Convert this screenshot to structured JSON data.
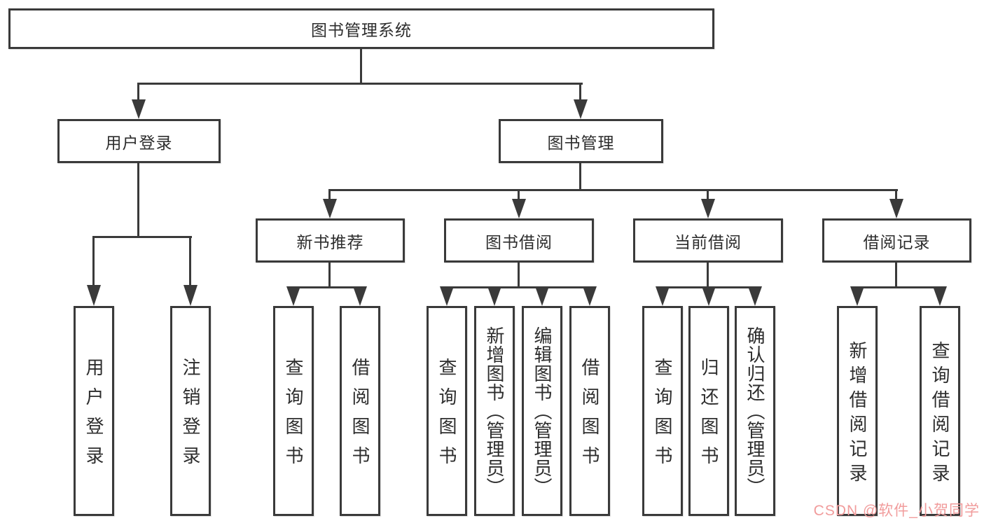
{
  "diagram": {
    "root": {
      "label": "图书管理系统"
    },
    "level2": [
      {
        "label": "用户登录"
      },
      {
        "label": "图书管理"
      }
    ],
    "level3": [
      {
        "label": "新书推荐"
      },
      {
        "label": "图书借阅"
      },
      {
        "label": "当前借阅"
      },
      {
        "label": "借阅记录"
      }
    ],
    "leaves": [
      {
        "label": "用户登录"
      },
      {
        "label": "注销登录"
      },
      {
        "label": "查询图书"
      },
      {
        "label": "借阅图书"
      },
      {
        "label": "查询图书"
      },
      {
        "label": "新增图书（管理员）"
      },
      {
        "label": "编辑图书（管理员）"
      },
      {
        "label": "借阅图书"
      },
      {
        "label": "查询图书"
      },
      {
        "label": "归还图书"
      },
      {
        "label": "确认归还（管理员）"
      },
      {
        "label": "新增借阅记录"
      },
      {
        "label": "查询借阅记录"
      }
    ]
  },
  "watermark": {
    "text": "CSDN @软件_小贺同学"
  },
  "colors": {
    "line": "#3a3a3a",
    "text": "#2d2d2d",
    "background": "#ffffff",
    "watermark": "#f19c9c"
  }
}
